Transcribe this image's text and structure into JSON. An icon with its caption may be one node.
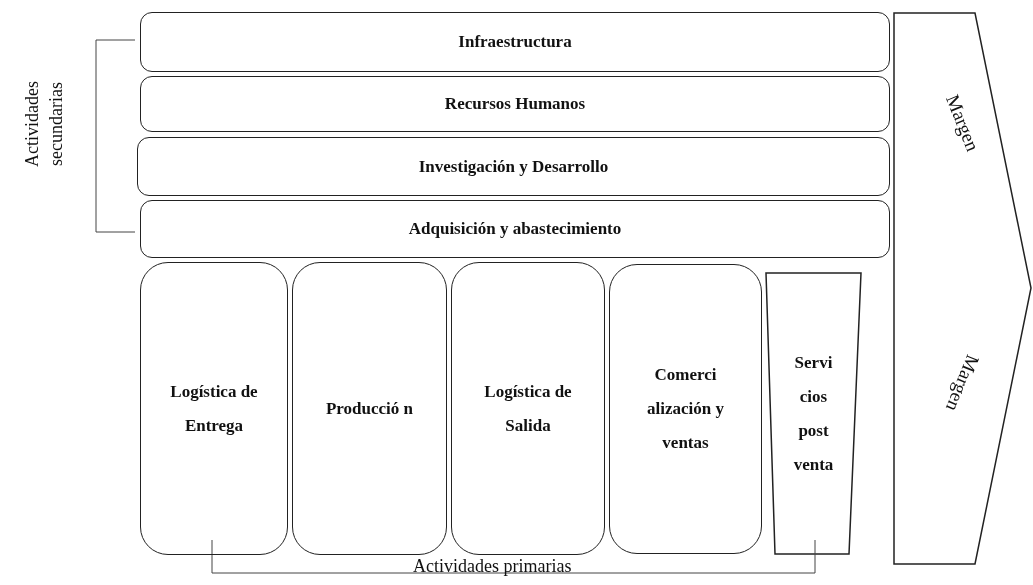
{
  "diagram": {
    "nodes": [
      {
        "text": [
          "Infraestructura"
        ]
      },
      {
        "text": [
          "Recursos Humanos"
        ]
      },
      {
        "text": [
          "Investigación y Desarrollo"
        ]
      },
      {
        "text": [
          "Adquisición y abastecimiento"
        ]
      },
      {
        "text": [
          "Logística de Entrega"
        ]
      },
      {
        "text": [
          "Producció n"
        ]
      },
      {
        "text": [
          "Logística de Salida"
        ]
      },
      {
        "text": [
          "Comerci alización y ventas"
        ]
      },
      {
        "text": [
          "Servi cios post venta"
        ]
      },
      {
        "text": [
          "Margen",
          "Margen"
        ]
      }
    ],
    "edges": [],
    "labels": [
      "Actividades secundarias",
      "Actividades primarias"
    ]
  }
}
